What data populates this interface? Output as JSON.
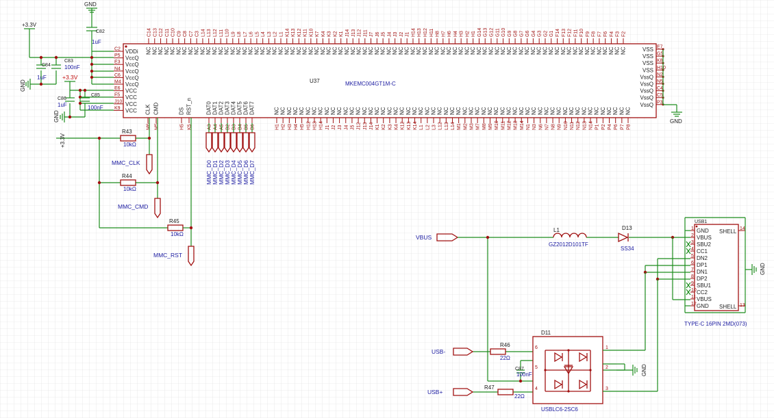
{
  "power": {
    "gnd": "GND",
    "v33": "+3.3V"
  },
  "capacitors": {
    "c82": {
      "ref": "C82",
      "value": "1uF"
    },
    "c83": {
      "ref": "C83",
      "value": "100nF"
    },
    "c84": {
      "ref": "C84",
      "value": "1uF"
    },
    "c85": {
      "ref": "C85",
      "value": "100nF"
    },
    "c86": {
      "ref": "C86",
      "value": "1uF"
    },
    "c87": {
      "ref": "C87",
      "value": "100nF"
    }
  },
  "u37": {
    "ref": "U37",
    "part": "MKEMC004GT1M-C",
    "left_pins": [
      {
        "num": "C2",
        "name": "VDDi"
      },
      {
        "num": "P5",
        "name": "VccQ"
      },
      {
        "num": "E3",
        "name": "VccQ"
      },
      {
        "num": "N4",
        "name": "VccQ"
      },
      {
        "num": "C6",
        "name": "VccQ"
      },
      {
        "num": "M4",
        "name": "VccQ"
      },
      {
        "num": "E6",
        "name": "VCC"
      },
      {
        "num": "F5",
        "name": "VCC"
      },
      {
        "num": "J10",
        "name": "VCC"
      },
      {
        "num": "K9",
        "name": "VCC"
      }
    ],
    "right_pins": [
      {
        "num": "E7",
        "name": "VSS"
      },
      {
        "num": "G5",
        "name": "VSS"
      },
      {
        "num": "K8",
        "name": "VSS"
      },
      {
        "num": "H10",
        "name": "VSS"
      },
      {
        "num": "N2",
        "name": "VssQ"
      },
      {
        "num": "N5",
        "name": "VssQ"
      },
      {
        "num": "C4",
        "name": "VssQ"
      },
      {
        "num": "C5",
        "name": "VssQ"
      },
      {
        "num": "P3",
        "name": "VssQ"
      }
    ],
    "top_pin": "NC",
    "bottom_pin": "NC",
    "bottom_signals": [
      {
        "num": "M6",
        "name": "CLK"
      },
      {
        "num": "M5",
        "name": "CMD"
      },
      {
        "num": "H5",
        "name": "DS"
      },
      {
        "num": "K5",
        "name": "RST_n"
      },
      {
        "num": "A3",
        "name": "DAT0"
      },
      {
        "num": "A4",
        "name": "DAT1"
      },
      {
        "num": "A5",
        "name": "DAT2"
      },
      {
        "num": "B2",
        "name": "DAT3"
      },
      {
        "num": "B3",
        "name": "DAT4"
      },
      {
        "num": "B4",
        "name": "DAT5"
      },
      {
        "num": "B5",
        "name": "DAT6"
      },
      {
        "num": "B6",
        "name": "DAT7"
      }
    ],
    "top_nums": [
      "C14",
      "C13",
      "C12",
      "C11",
      "C10",
      "C9",
      "C8",
      "C7",
      "C3",
      "L14",
      "L13",
      "L12",
      "L11",
      "L10",
      "L9",
      "L8",
      "L7",
      "L6",
      "L5",
      "L4",
      "L3",
      "L2",
      "L1",
      "K14",
      "K13",
      "K12",
      "K11",
      "K10",
      "K7",
      "K4",
      "K3",
      "K2",
      "K1",
      "J14",
      "J13",
      "J12",
      "J11",
      "J7",
      "J6",
      "J5",
      "J4",
      "J3",
      "J2",
      "J1",
      "H14",
      "H13",
      "H12",
      "H11",
      "H8",
      "H7",
      "H6",
      "H4",
      "H3",
      "H2",
      "H1",
      "G14",
      "G13",
      "G12",
      "G11",
      "G10",
      "G9",
      "G8",
      "G7",
      "G6",
      "G4",
      "G3",
      "G2",
      "G1",
      "F14",
      "F13",
      "F12",
      "F11",
      "F10",
      "F9",
      "F8",
      "F7",
      "F6",
      "F4",
      "F3",
      "F2"
    ],
    "bottom_nums": [
      "H1",
      "H2",
      "H3",
      "H4",
      "H5",
      "H12",
      "H13",
      "H14",
      "J1",
      "J2",
      "J3",
      "J4",
      "J5",
      "J12",
      "J13",
      "J14",
      "K1",
      "K2",
      "K3",
      "K4",
      "K12",
      "K13",
      "K14",
      "L1",
      "L2",
      "L3",
      "L12",
      "L13",
      "L14",
      "M1",
      "M2",
      "M3",
      "M7",
      "M8",
      "M9",
      "M10",
      "M11",
      "M12",
      "M13",
      "M14",
      "N1",
      "N3",
      "N6",
      "N7",
      "N8",
      "N9",
      "N10",
      "N11",
      "N12",
      "N13",
      "N14",
      "P1",
      "P2",
      "P4",
      "P6",
      "P7",
      "P8"
    ]
  },
  "resistors": {
    "r43": {
      "ref": "R43",
      "value": "10kΩ"
    },
    "r44": {
      "ref": "R44",
      "value": "10kΩ"
    },
    "r45": {
      "ref": "R45",
      "value": "10kΩ"
    },
    "r46": {
      "ref": "R46",
      "value": "22Ω"
    },
    "r47": {
      "ref": "R47",
      "value": "22Ω"
    }
  },
  "nets": {
    "mmc_clk": "MMC_CLK",
    "mmc_cmd": "MMC_CMD",
    "mmc_rst": "MMC_RST",
    "mmc_data": [
      "MMC_D0",
      "MMC_D1",
      "MMC_D2",
      "MMC_D3",
      "MMC_D4",
      "MMC_D5",
      "MMC_D6",
      "MMC_D7"
    ],
    "vbus": "VBUS",
    "usb_minus": "USB-",
    "usb_plus": "USB+"
  },
  "l1": {
    "ref": "L1",
    "value": "GZ2012D101TF"
  },
  "d13": {
    "ref": "D13",
    "value": "SS34"
  },
  "d11": {
    "ref": "D11",
    "value": "USBLC6-2SC6",
    "pins": [
      "6",
      "5",
      "4",
      "1",
      "2",
      "3"
    ]
  },
  "usb1": {
    "ref": "USB1",
    "value": "TYPE-C 16PIN 2MD(073)",
    "left_pins": [
      {
        "num": "1",
        "name": "GND"
      },
      {
        "num": "2",
        "name": "VBUS"
      },
      {
        "num": "3",
        "name": "SBU2"
      },
      {
        "num": "4",
        "name": "CC1"
      },
      {
        "num": "5",
        "name": "DN2"
      },
      {
        "num": "6",
        "name": "DP1"
      },
      {
        "num": "7",
        "name": "DN1"
      },
      {
        "num": "8",
        "name": "DP2"
      },
      {
        "num": "9",
        "name": "SBU1"
      },
      {
        "num": "10",
        "name": "CC2"
      },
      {
        "num": "11",
        "name": "VBUS"
      },
      {
        "num": "12",
        "name": "GND"
      }
    ],
    "shell_top": {
      "num": "14",
      "name": "SHELL"
    },
    "shell_bottom": {
      "num": "13",
      "name": "SHELL"
    }
  }
}
